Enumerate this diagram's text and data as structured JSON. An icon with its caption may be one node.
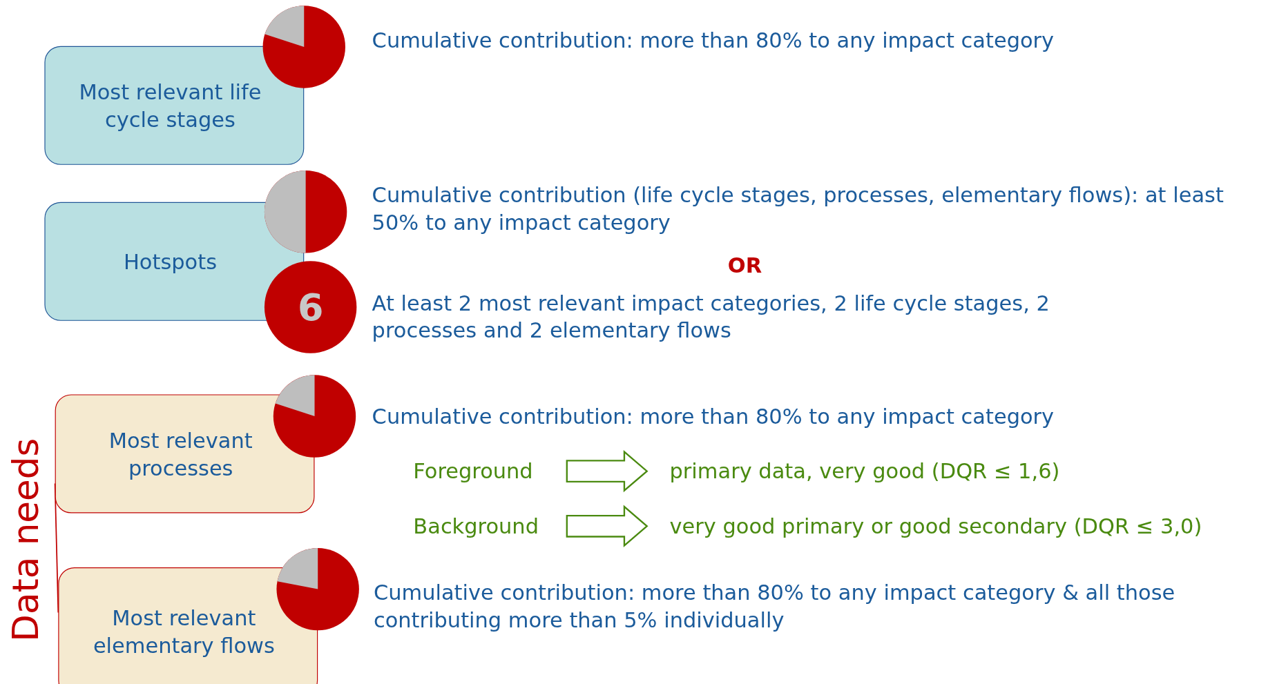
{
  "diagram": {
    "nodes": [
      {
        "text": [
          "Most relevant life cycle stages"
        ]
      },
      {
        "text": [
          "Hotspots"
        ]
      },
      {
        "text": [
          "6"
        ]
      },
      {
        "text": [
          "Most relevant processes"
        ]
      },
      {
        "text": [
          "Foreground"
        ]
      },
      {
        "text": [
          "primary data, very good (DQR ≤ 1,6)"
        ]
      },
      {
        "text": [
          "Background"
        ]
      },
      {
        "text": [
          "very good primary or good secondary (DQR ≤ 3,0)"
        ]
      },
      {
        "text": [
          "Most relevant elementary flows"
        ]
      }
    ],
    "edges": [
      {
        "from": 4,
        "to": 5,
        "arrow": "to"
      },
      {
        "from": 6,
        "to": 7,
        "arrow": "to"
      },
      {
        "from": 3,
        "to": 8,
        "arrow": "none"
      }
    ],
    "labels": [
      "Cumulative contribution: more than 80% to any impact category",
      "Cumulative contribution (life cycle stages, processes, elementary flows): at least 50% to any impact category",
      "OR",
      "At least 2 most relevant impact categories, 2 life cycle stages, 2 processes and 2 elementary flows",
      "Cumulative contribution: more than 80% to any impact category",
      "Data needs",
      "Cumulative contribution: more than 80% to any impact category & all those contributing more than 5% individually"
    ]
  }
}
